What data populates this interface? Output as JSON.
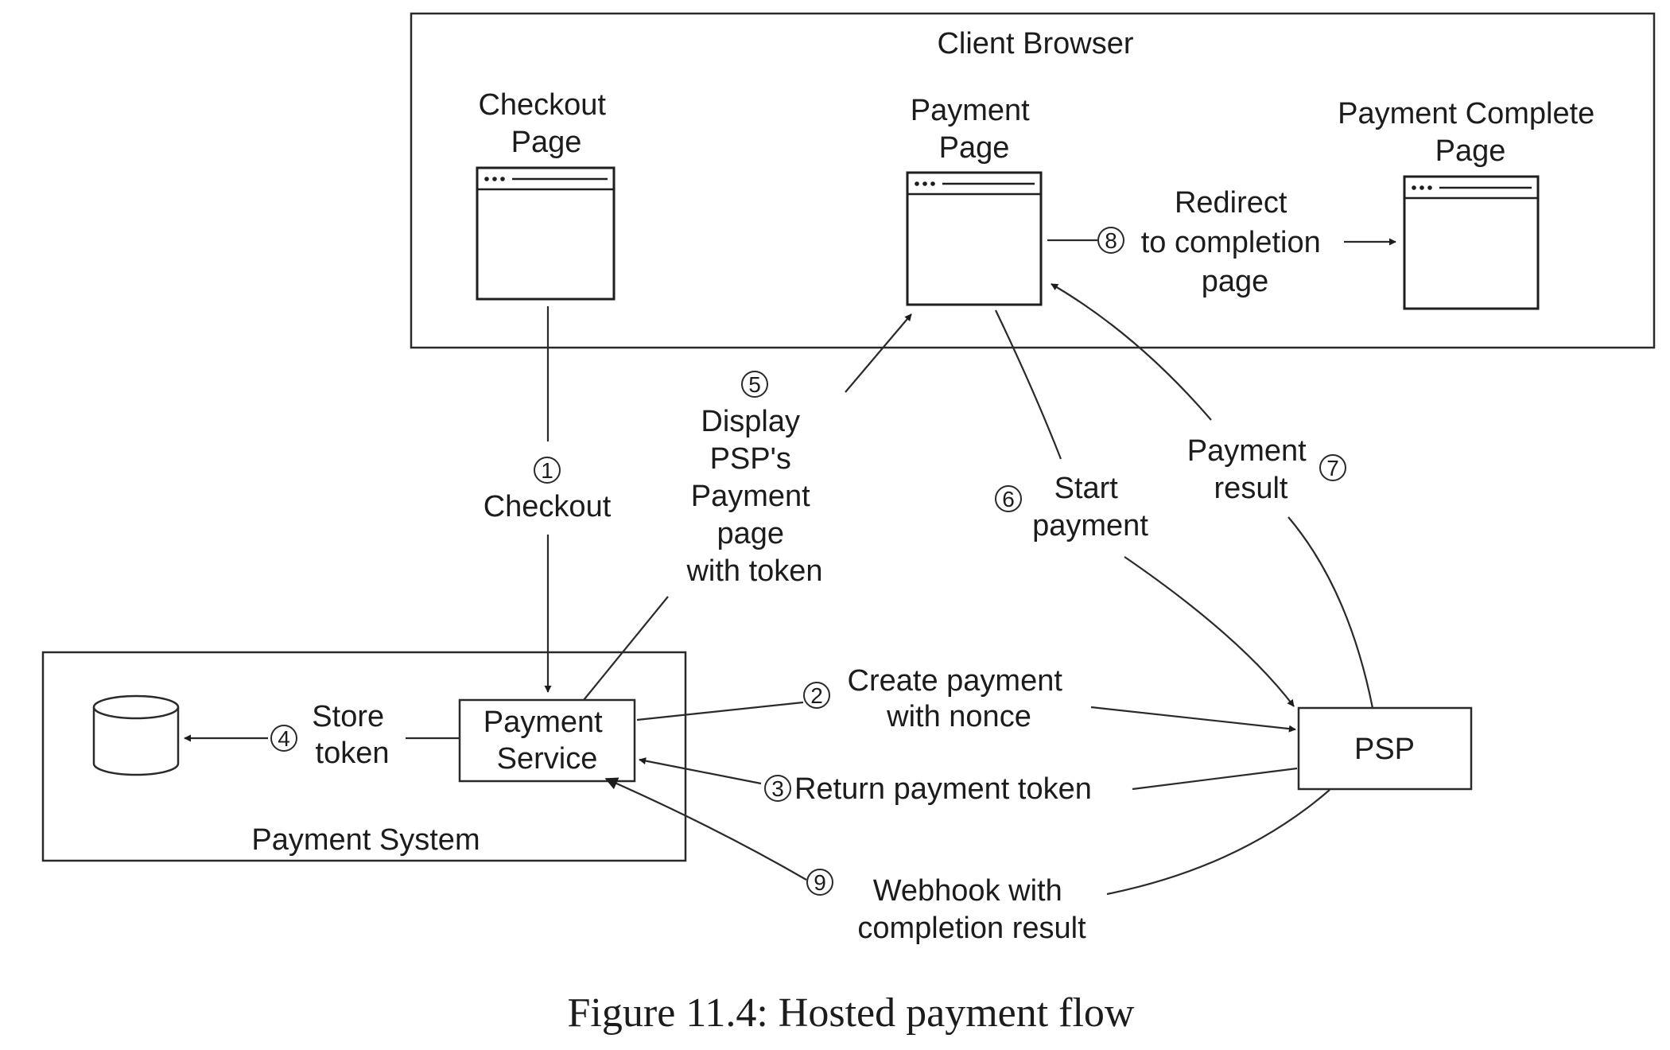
{
  "client_browser": {
    "title": "Client Browser"
  },
  "pages": {
    "checkout": [
      "Checkout",
      "Page"
    ],
    "payment": [
      "Payment",
      "Page"
    ],
    "complete": [
      "Payment Complete",
      "Page"
    ]
  },
  "payment_system": {
    "title": "Payment System",
    "service": [
      "Payment",
      "Service"
    ]
  },
  "psp": {
    "label": "PSP"
  },
  "steps": {
    "s1": {
      "num": "1",
      "lines": [
        "Checkout"
      ]
    },
    "s2": {
      "num": "2",
      "lines": [
        "Create payment",
        "with nonce"
      ]
    },
    "s3": {
      "num": "3",
      "lines": [
        "Return payment token"
      ]
    },
    "s4": {
      "num": "4",
      "lines": [
        "Store",
        "token"
      ]
    },
    "s5": {
      "num": "5",
      "lines": [
        "Display",
        "PSP's",
        "Payment",
        "page",
        "with token"
      ]
    },
    "s6": {
      "num": "6",
      "lines": [
        "Start",
        "payment"
      ]
    },
    "s7": {
      "num": "7",
      "lines": [
        "Payment",
        "result"
      ]
    },
    "s8": {
      "num": "8",
      "lines": [
        "Redirect",
        "to completion",
        "page"
      ]
    },
    "s9": {
      "num": "9",
      "lines": [
        "Webhook  with",
        "completion result"
      ]
    }
  },
  "caption": "Figure 11.4: Hosted payment flow"
}
